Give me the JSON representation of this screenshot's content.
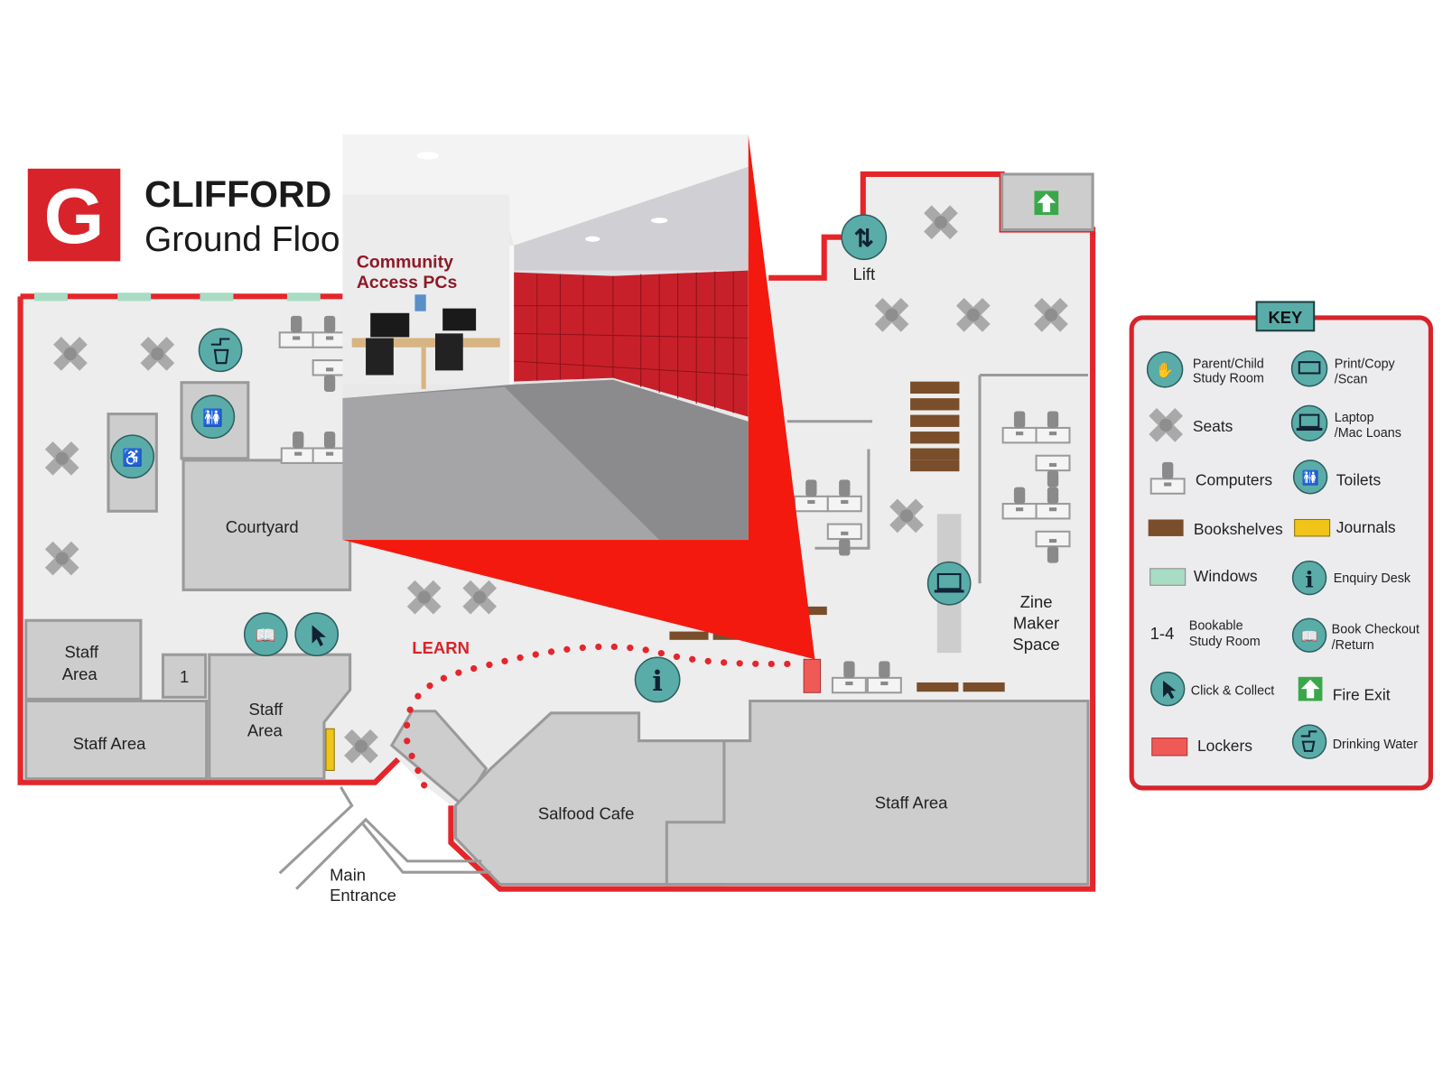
{
  "header": {
    "logo_letter": "G",
    "building": "CLIFFORD",
    "floor": "Ground Floo"
  },
  "photo": {
    "sign_line1": "Community",
    "sign_line2": "Access PCs"
  },
  "map": {
    "rooms": {
      "courtyard": "Courtyard",
      "staff_area_top_l1": "Staff",
      "staff_area_top_l2": "Area",
      "staff_area_bottom": "Staff Area",
      "staff_area_mid_l1": "Staff",
      "staff_area_mid_l2": "Area",
      "room_1": "1",
      "cafe": "Salfood Cafe",
      "staff_area_large": "Staff Area",
      "zine_l1": "Zine",
      "zine_l2": "Maker",
      "zine_l3": "Space",
      "entrance_l1": "Main",
      "entrance_l2": "Entrance",
      "lift": "Lift",
      "learn": "LEARN"
    }
  },
  "key": {
    "title": "KEY",
    "items": [
      {
        "label1": "Parent/Child",
        "label2": "Study Room",
        "icon": "parent-child-icon"
      },
      {
        "label1": "Print/Copy",
        "label2": "/Scan",
        "icon": "printer-icon"
      },
      {
        "label1": "Seats",
        "icon": "seat-icon"
      },
      {
        "label1": "Laptop",
        "label2": "/Mac Loans",
        "icon": "laptop-icon"
      },
      {
        "label1": "Computers",
        "icon": "computer-icon"
      },
      {
        "label1": "Toilets",
        "icon": "toilets-icon"
      },
      {
        "label1": "Bookshelves",
        "icon": "bookshelf-swatch"
      },
      {
        "label1": "Journals",
        "icon": "journal-swatch"
      },
      {
        "label1": "Windows",
        "icon": "window-swatch"
      },
      {
        "label1": "Enquiry Desk",
        "icon": "info-icon"
      },
      {
        "label1": "Bookable",
        "label2": "Study Room",
        "prefix": "1-4"
      },
      {
        "label1": "Book Checkout",
        "label2": "/Return",
        "icon": "book-return-icon"
      },
      {
        "label1": "Click & Collect",
        "icon": "cursor-icon"
      },
      {
        "label1": "Fire Exit",
        "icon": "fire-exit-icon"
      },
      {
        "label1": "Lockers",
        "icon": "locker-swatch"
      },
      {
        "label1": "Drinking Water",
        "icon": "water-tap-icon"
      }
    ]
  },
  "colors": {
    "brand_red": "#d8232a",
    "teal": "#5aaca9",
    "bookshelf": "#7a4e2a",
    "journal": "#f0c419",
    "window": "#a8dcc4",
    "locker": "#ef5a57",
    "fire_exit": "#3aa84a"
  }
}
